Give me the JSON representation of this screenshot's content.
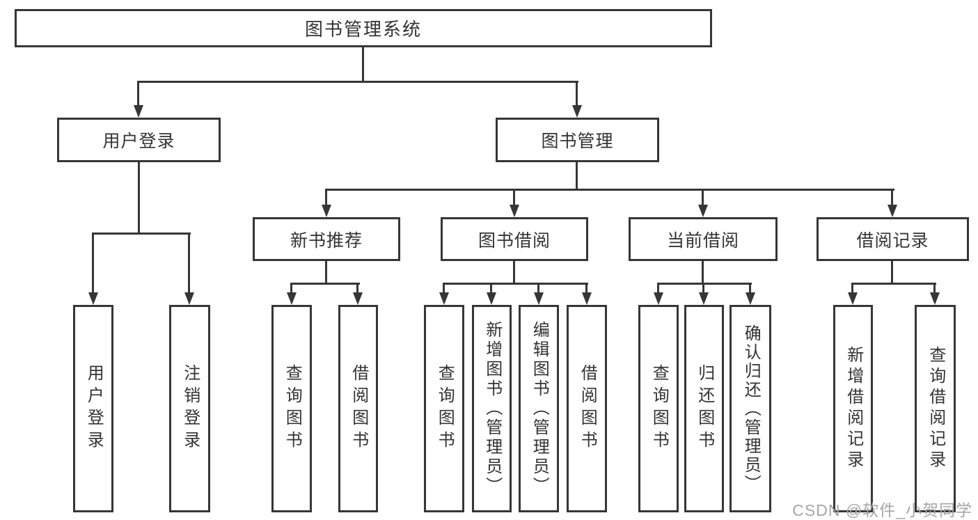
{
  "diagram": {
    "title": "图书管理系统",
    "level2": [
      {
        "label": "用户登录",
        "children": [
          {
            "label": "用户登录"
          },
          {
            "label": "注销登录"
          }
        ]
      },
      {
        "label": "图书管理",
        "children": [
          {
            "label": "新书推荐",
            "children": [
              {
                "label": "查询图书"
              },
              {
                "label": "借阅图书"
              }
            ]
          },
          {
            "label": "图书借阅",
            "children": [
              {
                "label": "查询图书"
              },
              {
                "label": "新增图书（管理员）"
              },
              {
                "label": "编辑图书（管理员）"
              },
              {
                "label": "借阅图书"
              }
            ]
          },
          {
            "label": "当前借阅",
            "children": [
              {
                "label": "查询图书"
              },
              {
                "label": "归还图书"
              },
              {
                "label": "确认归还（管理员）"
              }
            ]
          },
          {
            "label": "借阅记录",
            "children": [
              {
                "label": "新增借阅记录"
              },
              {
                "label": "查询借阅记录"
              }
            ]
          }
        ]
      }
    ]
  },
  "watermark": {
    "text": "CSDN @软件_小贺同学"
  },
  "colors": {
    "line": "#363636",
    "text": "#333333",
    "watermark_text": "#a6a6a6",
    "background": "#ffffff"
  }
}
